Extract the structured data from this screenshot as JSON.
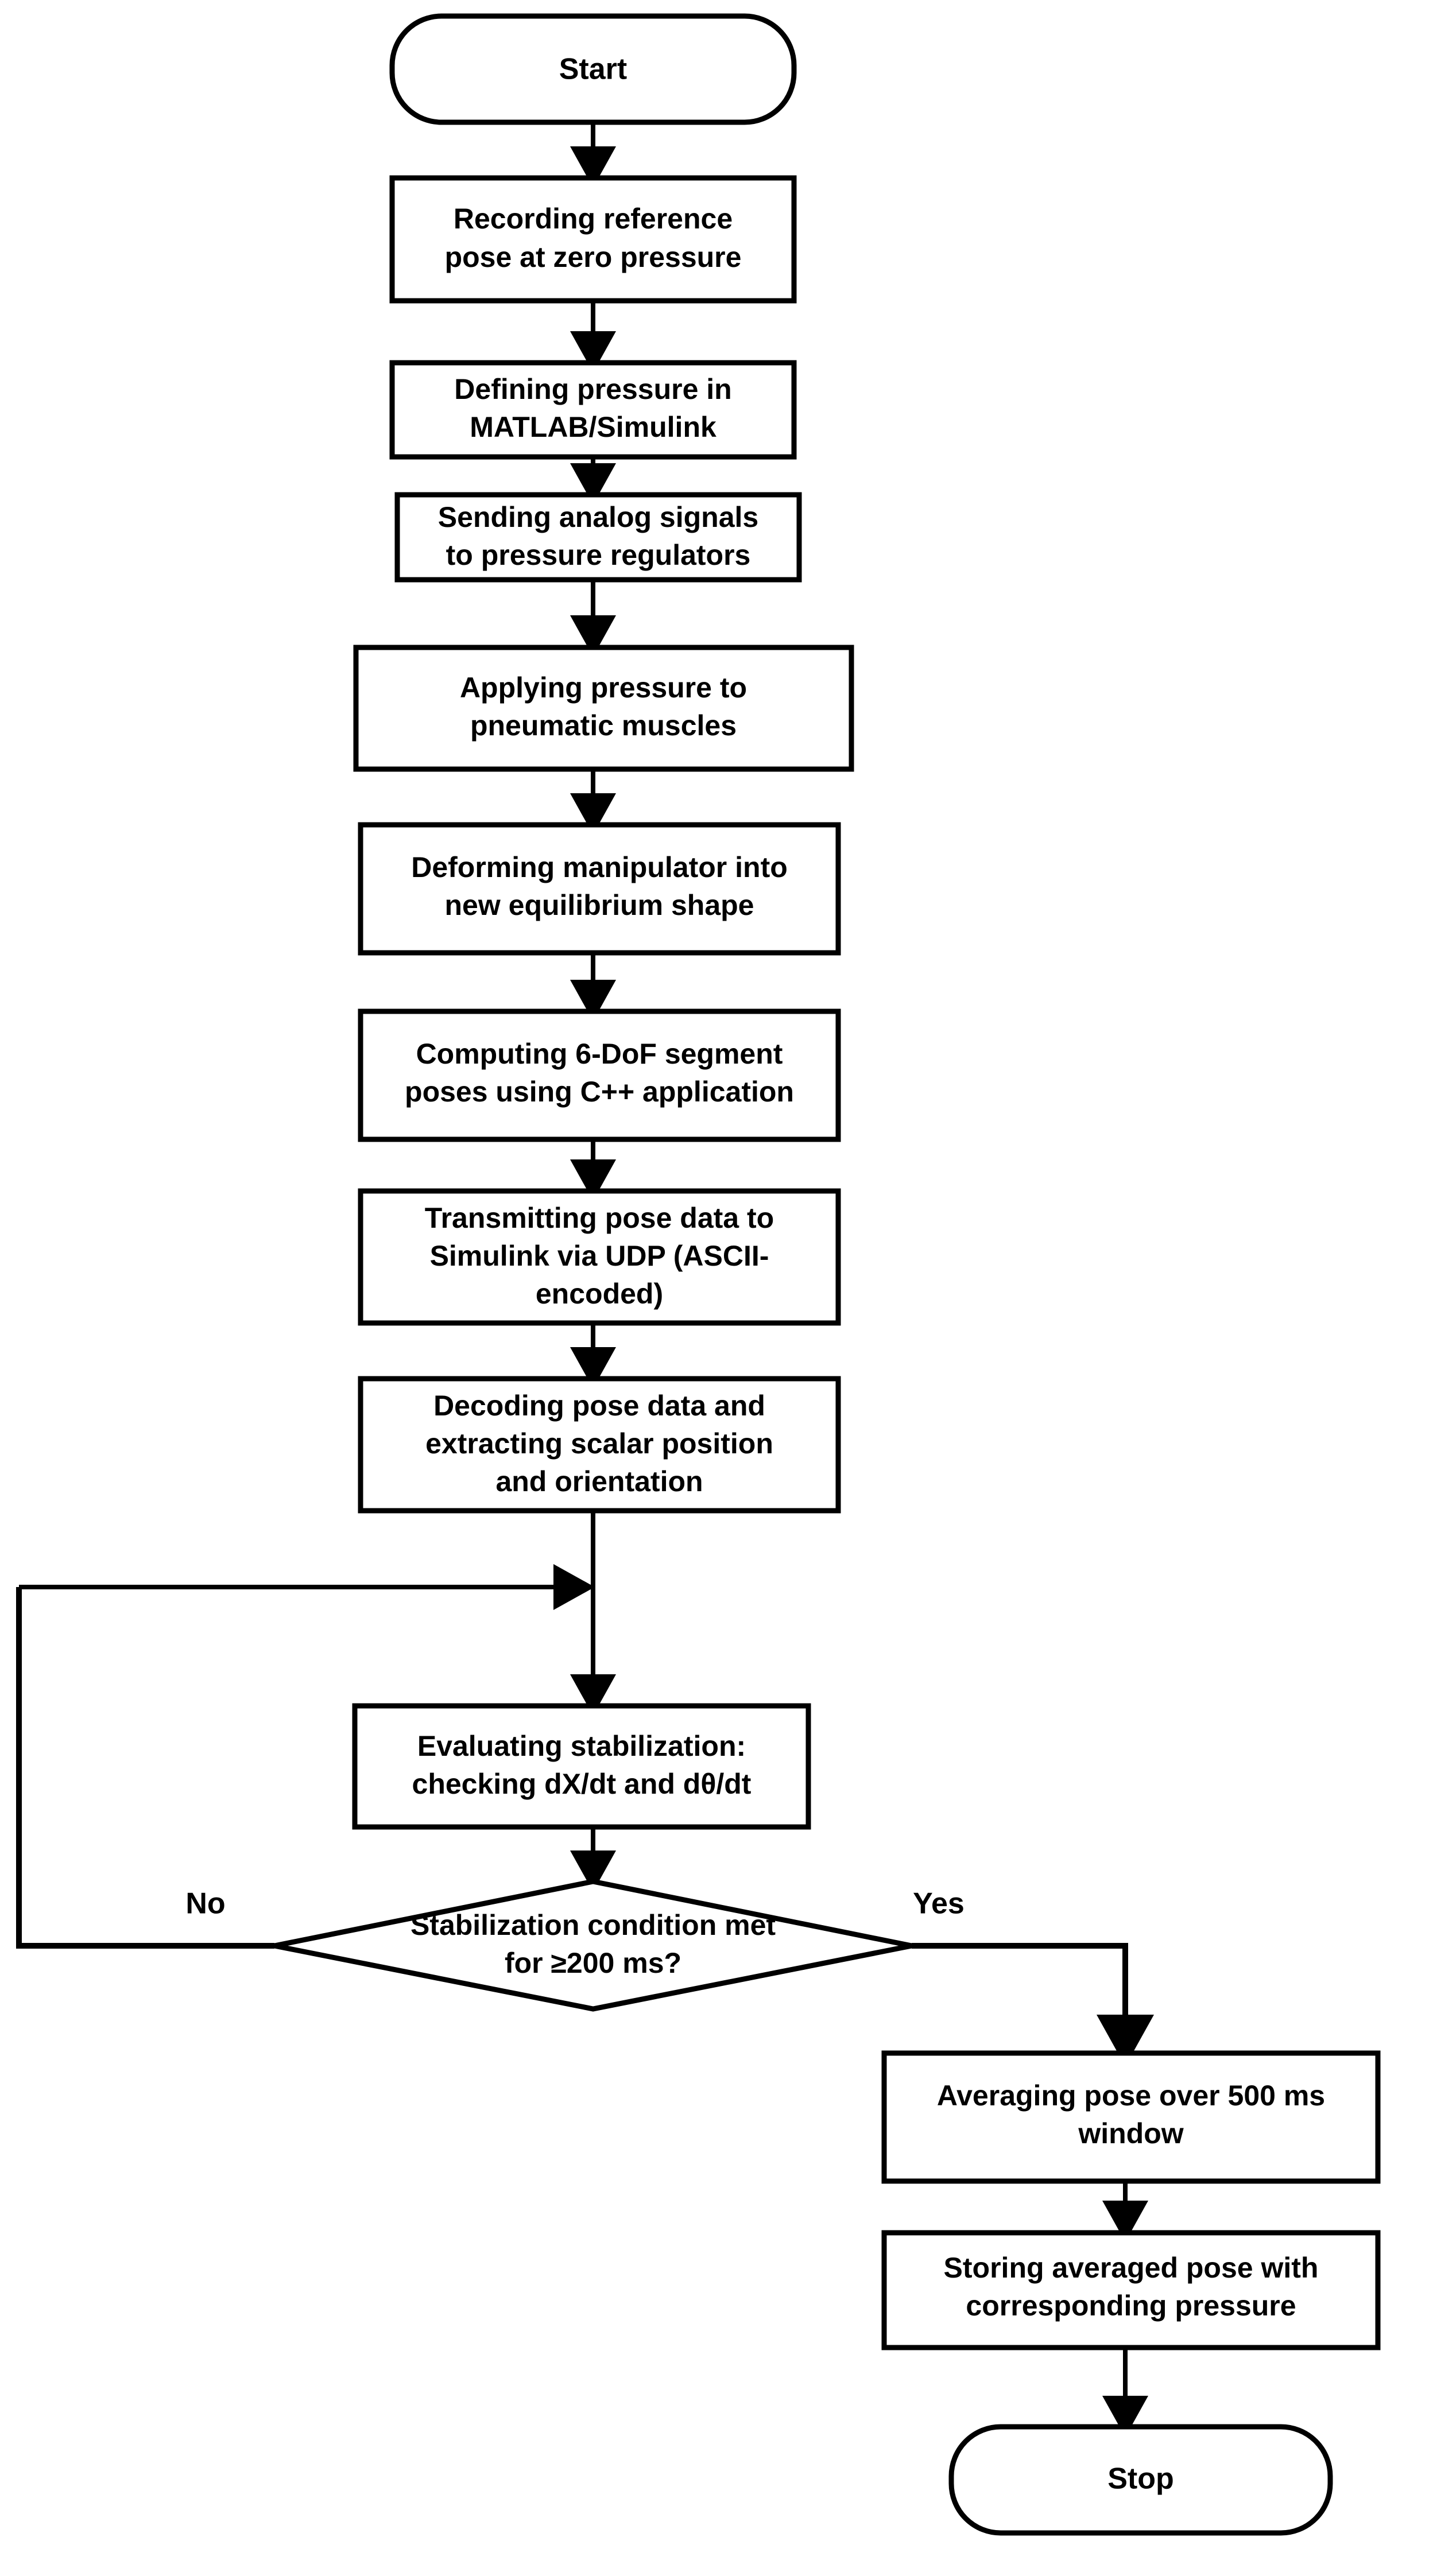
{
  "diagram": {
    "type": "flowchart",
    "title": "Experimental procedure flowchart",
    "orientation": "top-to-bottom",
    "background_color": "#ffffff",
    "line_color": "#000000",
    "fill_color": "#ffffff"
  },
  "nodes": {
    "start": {
      "shape": "terminal",
      "label": "Start",
      "lines": [
        "Start"
      ]
    },
    "record_reference": {
      "shape": "process",
      "label": "Recording reference pose at zero pressure",
      "lines": [
        "Recording reference",
        "pose at zero pressure"
      ]
    },
    "define_pressure": {
      "shape": "process",
      "label": "Defining pressure in MATLAB/Simulink",
      "lines": [
        "Defining pressure in",
        "MATLAB/Simulink"
      ]
    },
    "send_signals": {
      "shape": "process",
      "label": "Sending analog signals to pressure regulators",
      "lines": [
        "Sending analog signals",
        "to pressure regulators"
      ]
    },
    "apply_pressure": {
      "shape": "process",
      "label": "Applying pressure to pneumatic muscles",
      "lines": [
        "Applying pressure to",
        "pneumatic muscles"
      ]
    },
    "deform_manipulator": {
      "shape": "process",
      "label": "Deforming manipulator into new equilibrium shape",
      "lines": [
        "Deforming manipulator into",
        "new equilibrium shape"
      ]
    },
    "compute_poses": {
      "shape": "process",
      "label": "Computing 6-DoF segment poses using C++ application",
      "lines": [
        "Computing 6-DoF segment",
        "poses using C++ application"
      ]
    },
    "transmit_pose": {
      "shape": "process",
      "label": "Transmitting pose data to Simulink via UDP (ASCII-encoded)",
      "lines": [
        "Transmitting pose data to",
        "Simulink via UDP (ASCII-",
        "encoded)"
      ]
    },
    "decode_pose": {
      "shape": "process",
      "label": "Decoding pose data and extracting scalar position and orientation",
      "lines": [
        "Decoding pose data and",
        "extracting scalar position",
        "and orientation"
      ]
    },
    "evaluate_stabilization": {
      "shape": "process",
      "label": "Evaluating stabilization: checking dX/dt and dθ/dt",
      "lines": [
        "Evaluating stabilization:",
        "checking dX/dt and dθ/dt"
      ]
    },
    "stabilization_decision": {
      "shape": "decision",
      "label": "Stabilization condition met for ≥200 ms?",
      "lines": [
        "Stabilization condition met",
        "for ≥200 ms?"
      ]
    },
    "average_pose": {
      "shape": "process",
      "label": "Averaging pose over 500 ms window",
      "lines": [
        "Averaging pose over 500 ms",
        "window"
      ]
    },
    "store_pose": {
      "shape": "process",
      "label": "Storing averaged pose with corresponding pressure",
      "lines": [
        "Storing averaged pose with",
        "corresponding pressure"
      ]
    },
    "stop": {
      "shape": "terminal",
      "label": "Stop",
      "lines": [
        "Stop"
      ]
    }
  },
  "edge_labels": {
    "no": "No",
    "yes": "Yes"
  },
  "edges": [
    {
      "from": "start",
      "to": "record_reference",
      "label": ""
    },
    {
      "from": "record_reference",
      "to": "define_pressure",
      "label": ""
    },
    {
      "from": "define_pressure",
      "to": "send_signals",
      "label": ""
    },
    {
      "from": "send_signals",
      "to": "apply_pressure",
      "label": ""
    },
    {
      "from": "apply_pressure",
      "to": "deform_manipulator",
      "label": ""
    },
    {
      "from": "deform_manipulator",
      "to": "compute_poses",
      "label": ""
    },
    {
      "from": "compute_poses",
      "to": "transmit_pose",
      "label": ""
    },
    {
      "from": "transmit_pose",
      "to": "decode_pose",
      "label": ""
    },
    {
      "from": "decode_pose",
      "to": "evaluate_stabilization",
      "label": ""
    },
    {
      "from": "evaluate_stabilization",
      "to": "stabilization_decision",
      "label": ""
    },
    {
      "from": "stabilization_decision",
      "to": "evaluate_stabilization",
      "label": "No"
    },
    {
      "from": "stabilization_decision",
      "to": "average_pose",
      "label": "Yes"
    },
    {
      "from": "average_pose",
      "to": "store_pose",
      "label": ""
    },
    {
      "from": "store_pose",
      "to": "stop",
      "label": ""
    }
  ]
}
